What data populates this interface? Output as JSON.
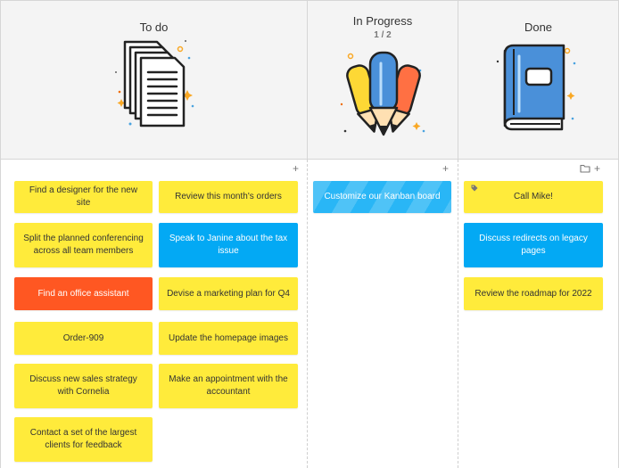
{
  "columns": [
    {
      "title": "To do",
      "count": "",
      "icon": "documents-icon",
      "cards": [
        {
          "text": "Find a designer for the new site",
          "color": "yellow"
        },
        {
          "text": "Review this month's orders",
          "color": "yellow"
        },
        {
          "text": "Split the planned conferencing across all team members",
          "color": "yellow"
        },
        {
          "text": "Speak to Janine about the tax issue",
          "color": "blue"
        },
        {
          "text": "Find an office assistant",
          "color": "orange"
        },
        {
          "text": "Devise a marketing plan for Q4",
          "color": "yellow"
        },
        {
          "text": "Order-909",
          "color": "yellow"
        },
        {
          "text": "Update the homepage images",
          "color": "yellow"
        },
        {
          "text": "Discuss new sales strategy with Cornelia",
          "color": "yellow"
        },
        {
          "text": "Make an appointment with the accountant",
          "color": "yellow"
        },
        {
          "text": "Contact a set of the largest clients for feedback",
          "color": "yellow"
        }
      ]
    },
    {
      "title": "In Progress",
      "count": "1 / 2",
      "icon": "pencils-icon",
      "cards": [
        {
          "text": "Customize our Kanban board",
          "color": "striped"
        }
      ]
    },
    {
      "title": "Done",
      "count": "",
      "icon": "book-icon",
      "cards": [
        {
          "text": "Call Mike!",
          "color": "yellow",
          "tag": true
        },
        {
          "text": "Discuss redirects on legacy pages",
          "color": "blue"
        },
        {
          "text": "Review the roadmap for 2022",
          "color": "yellow"
        }
      ]
    }
  ],
  "tools": {
    "add_symbol": "+",
    "folder_icon": "folder-icon"
  },
  "colors": {
    "yellow": "#ffeb3b",
    "blue": "#03a9f4",
    "orange": "#ff5722",
    "striped": "#4fc3f7"
  }
}
